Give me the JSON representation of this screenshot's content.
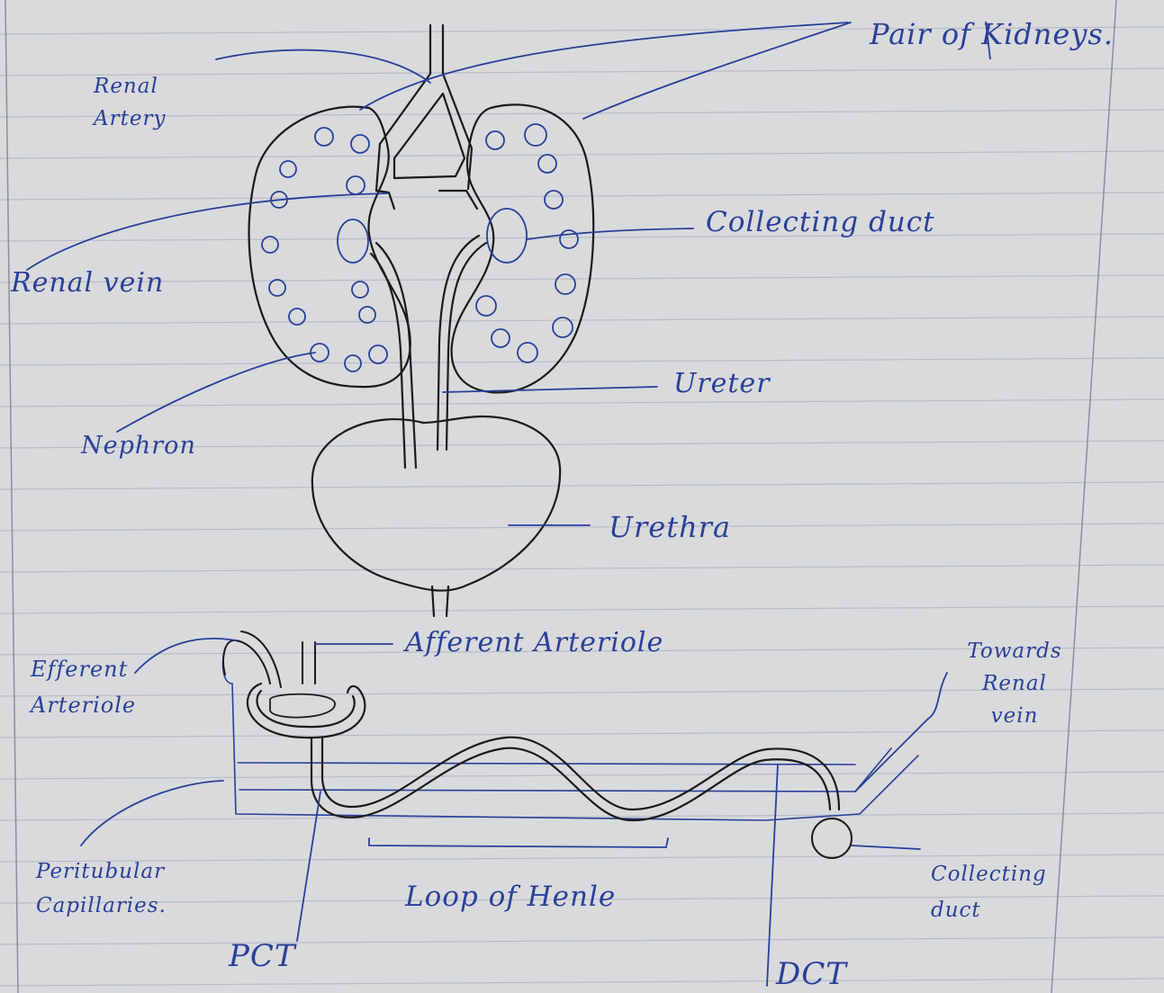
{
  "diagram": {
    "kidney_labels": {
      "renal_artery": "Renal Artery",
      "pair_of_kidneys": "Pair of Kidneys.",
      "renal_vein": "Renal vein",
      "collecting_duct": "Collecting duct",
      "nephron": "Nephron",
      "ureter": "Ureter",
      "urethra": "Urethra"
    },
    "nephron_labels": {
      "efferent_arteriole": "Efferent Arteriole",
      "afferent_arteriole": "Afferent Arteriole",
      "towards_renal_vein": "Towards Renal vein",
      "peritubular_capillaries": "Peritubular Capillaries.",
      "loop_of_henle": "Loop of Henle",
      "collecting_duct": "Collecting duct",
      "pct": "PCT",
      "dct": "DCT"
    },
    "colors": {
      "paper": "#d9dadc",
      "rule_line": "#b8bcc8",
      "margin_line": "#8a8f9c",
      "pencil": "#1a1a1a",
      "pen_blue": "#2a3f9a"
    }
  }
}
